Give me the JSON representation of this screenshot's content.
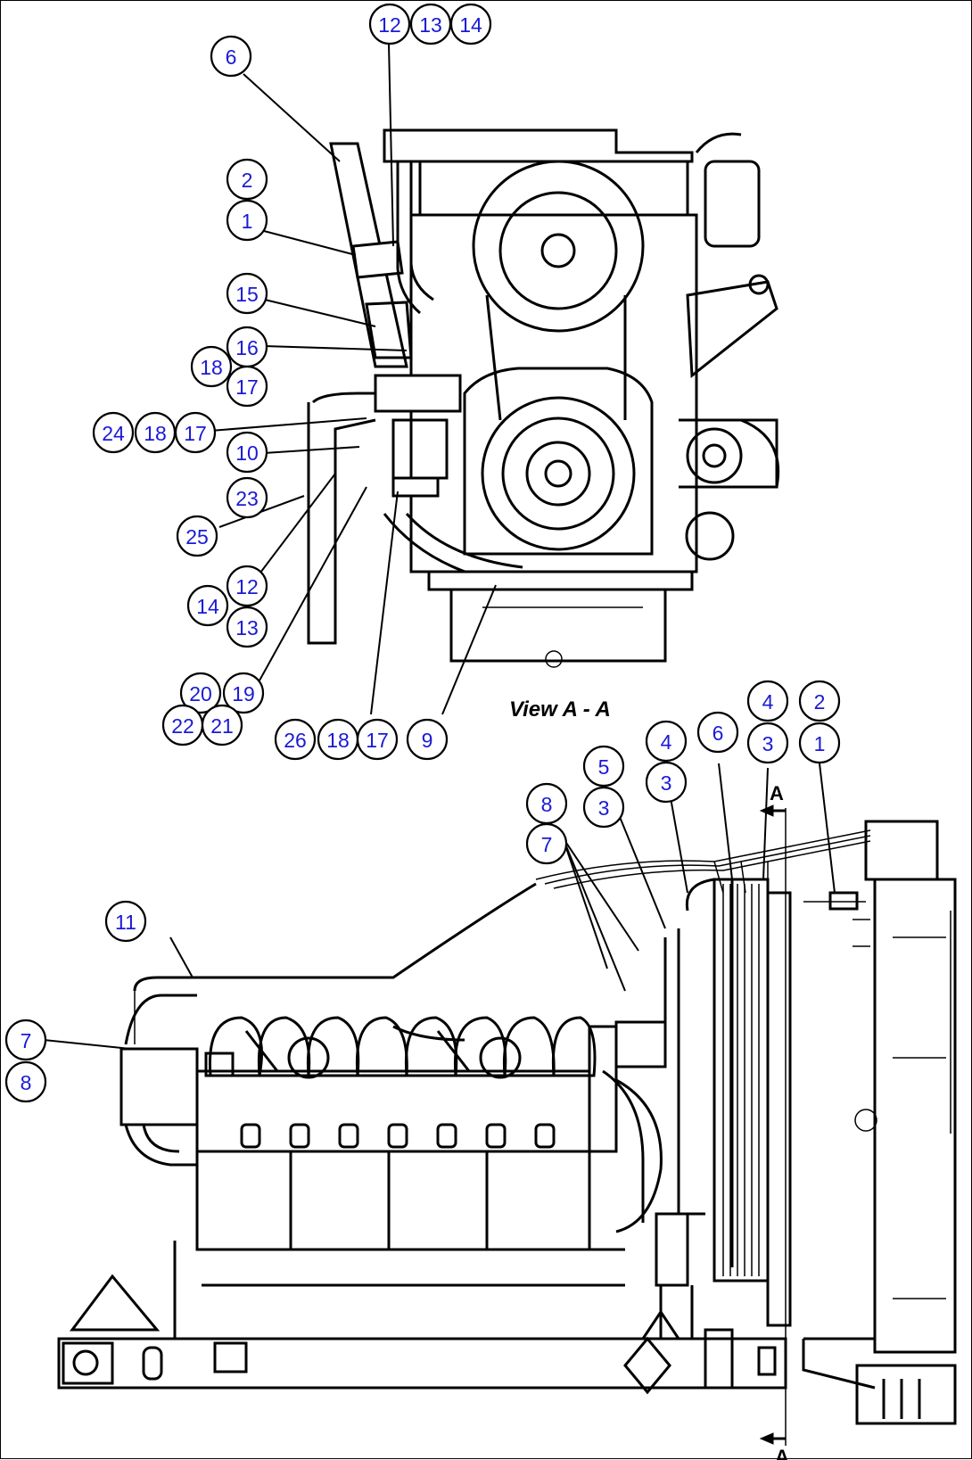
{
  "view_label": "View A - A",
  "section_marker": "A",
  "callouts": [
    {
      "id": "c6a",
      "label": "6"
    },
    {
      "id": "c12a",
      "label": "12"
    },
    {
      "id": "c13a",
      "label": "13"
    },
    {
      "id": "c14a",
      "label": "14"
    },
    {
      "id": "c2a",
      "label": "2"
    },
    {
      "id": "c1a",
      "label": "1"
    },
    {
      "id": "c15",
      "label": "15"
    },
    {
      "id": "c16",
      "label": "16"
    },
    {
      "id": "c18a",
      "label": "18"
    },
    {
      "id": "c17a",
      "label": "17"
    },
    {
      "id": "c24",
      "label": "24"
    },
    {
      "id": "c18b",
      "label": "18"
    },
    {
      "id": "c17b",
      "label": "17"
    },
    {
      "id": "c10",
      "label": "10"
    },
    {
      "id": "c23",
      "label": "23"
    },
    {
      "id": "c25",
      "label": "25"
    },
    {
      "id": "c12b",
      "label": "12"
    },
    {
      "id": "c14b",
      "label": "14"
    },
    {
      "id": "c13b",
      "label": "13"
    },
    {
      "id": "c20",
      "label": "20"
    },
    {
      "id": "c19",
      "label": "19"
    },
    {
      "id": "c22",
      "label": "22"
    },
    {
      "id": "c21",
      "label": "21"
    },
    {
      "id": "c26",
      "label": "26"
    },
    {
      "id": "c18c",
      "label": "18"
    },
    {
      "id": "c17c",
      "label": "17"
    },
    {
      "id": "c9",
      "label": "9"
    },
    {
      "id": "c4a",
      "label": "4"
    },
    {
      "id": "c2b",
      "label": "2"
    },
    {
      "id": "c4b",
      "label": "4"
    },
    {
      "id": "c3a",
      "label": "3"
    },
    {
      "id": "c1b",
      "label": "1"
    },
    {
      "id": "c5",
      "label": "5"
    },
    {
      "id": "c6b",
      "label": "6"
    },
    {
      "id": "c3b",
      "label": "3"
    },
    {
      "id": "c8a",
      "label": "8"
    },
    {
      "id": "c3c",
      "label": "3"
    },
    {
      "id": "c7a",
      "label": "7"
    },
    {
      "id": "c11",
      "label": "11"
    },
    {
      "id": "c7b",
      "label": "7"
    },
    {
      "id": "c8b",
      "label": "8"
    }
  ]
}
